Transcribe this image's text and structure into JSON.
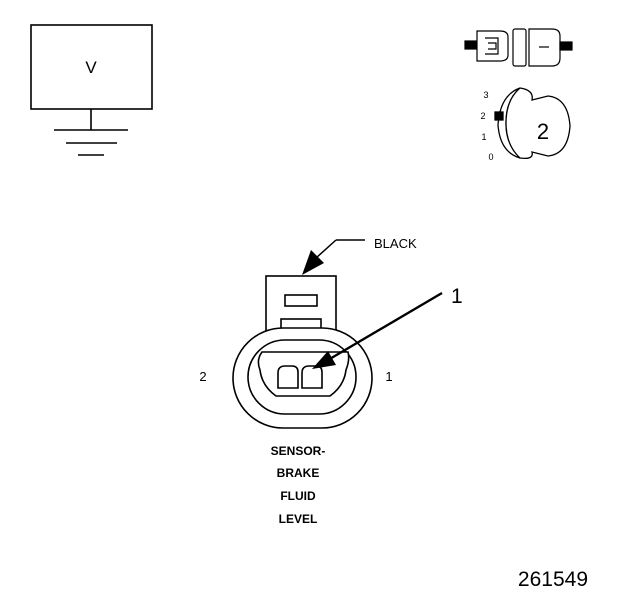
{
  "meter": {
    "symbol": "V"
  },
  "selector": {
    "positions": [
      "3",
      "2",
      "1",
      "0"
    ],
    "selected": "2"
  },
  "connector": {
    "color_label": "BLACK",
    "callout_number": "1",
    "cavity_left": "2",
    "cavity_right": "1",
    "name_lines": [
      "SENSOR-",
      "BRAKE",
      "FLUID",
      "LEVEL"
    ]
  },
  "figure_number": "261549"
}
